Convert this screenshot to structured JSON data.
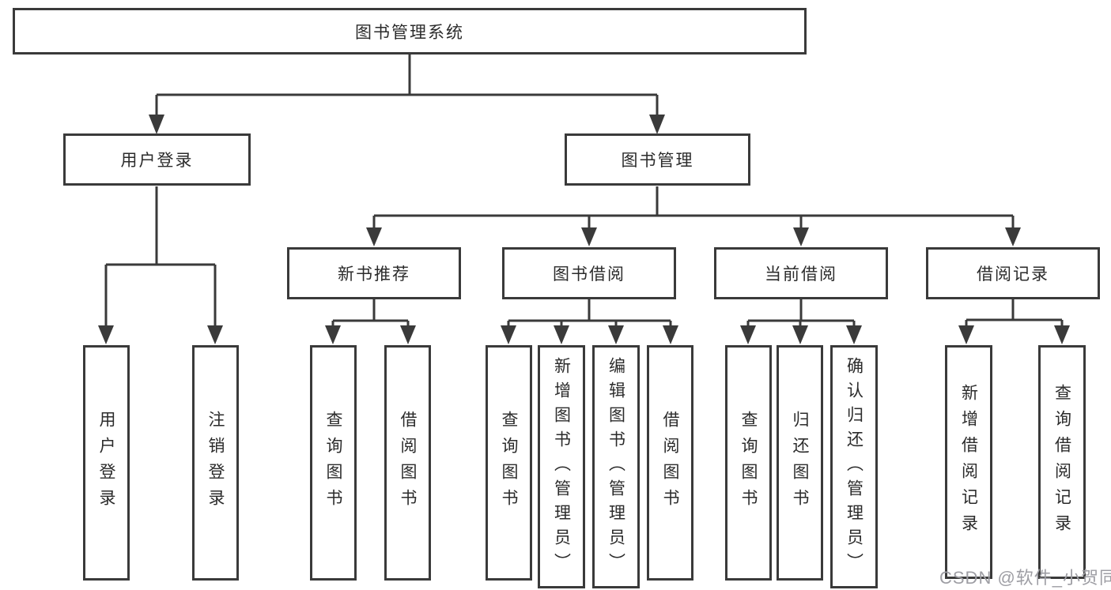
{
  "tree": {
    "root": {
      "label": "图书管理系统",
      "children": [
        {
          "label": "用户登录",
          "children": [
            {
              "label": "用户登录"
            },
            {
              "label": "注销登录"
            }
          ]
        },
        {
          "label": "图书管理",
          "children": [
            {
              "label": "新书推荐",
              "children": [
                {
                  "label": "查询图书"
                },
                {
                  "label": "借阅图书"
                }
              ]
            },
            {
              "label": "图书借阅",
              "children": [
                {
                  "label": "查询图书"
                },
                {
                  "label": "新增图书（管理员）"
                },
                {
                  "label": "编辑图书（管理员）"
                },
                {
                  "label": "借阅图书"
                }
              ]
            },
            {
              "label": "当前借阅",
              "children": [
                {
                  "label": "查询图书"
                },
                {
                  "label": "归还图书"
                },
                {
                  "label": "确认归还（管理员）"
                }
              ]
            },
            {
              "label": "借阅记录",
              "children": [
                {
                  "label": "新增借阅记录"
                },
                {
                  "label": "查询借阅记录"
                }
              ]
            }
          ]
        }
      ]
    }
  },
  "watermark": {
    "text": "CSDN @软件_小贺同学"
  },
  "colors": {
    "line": "#3a3a3a",
    "text": "#2b2b2b",
    "box-bg": "#ffffff",
    "watermark": "#9e9ea4"
  }
}
